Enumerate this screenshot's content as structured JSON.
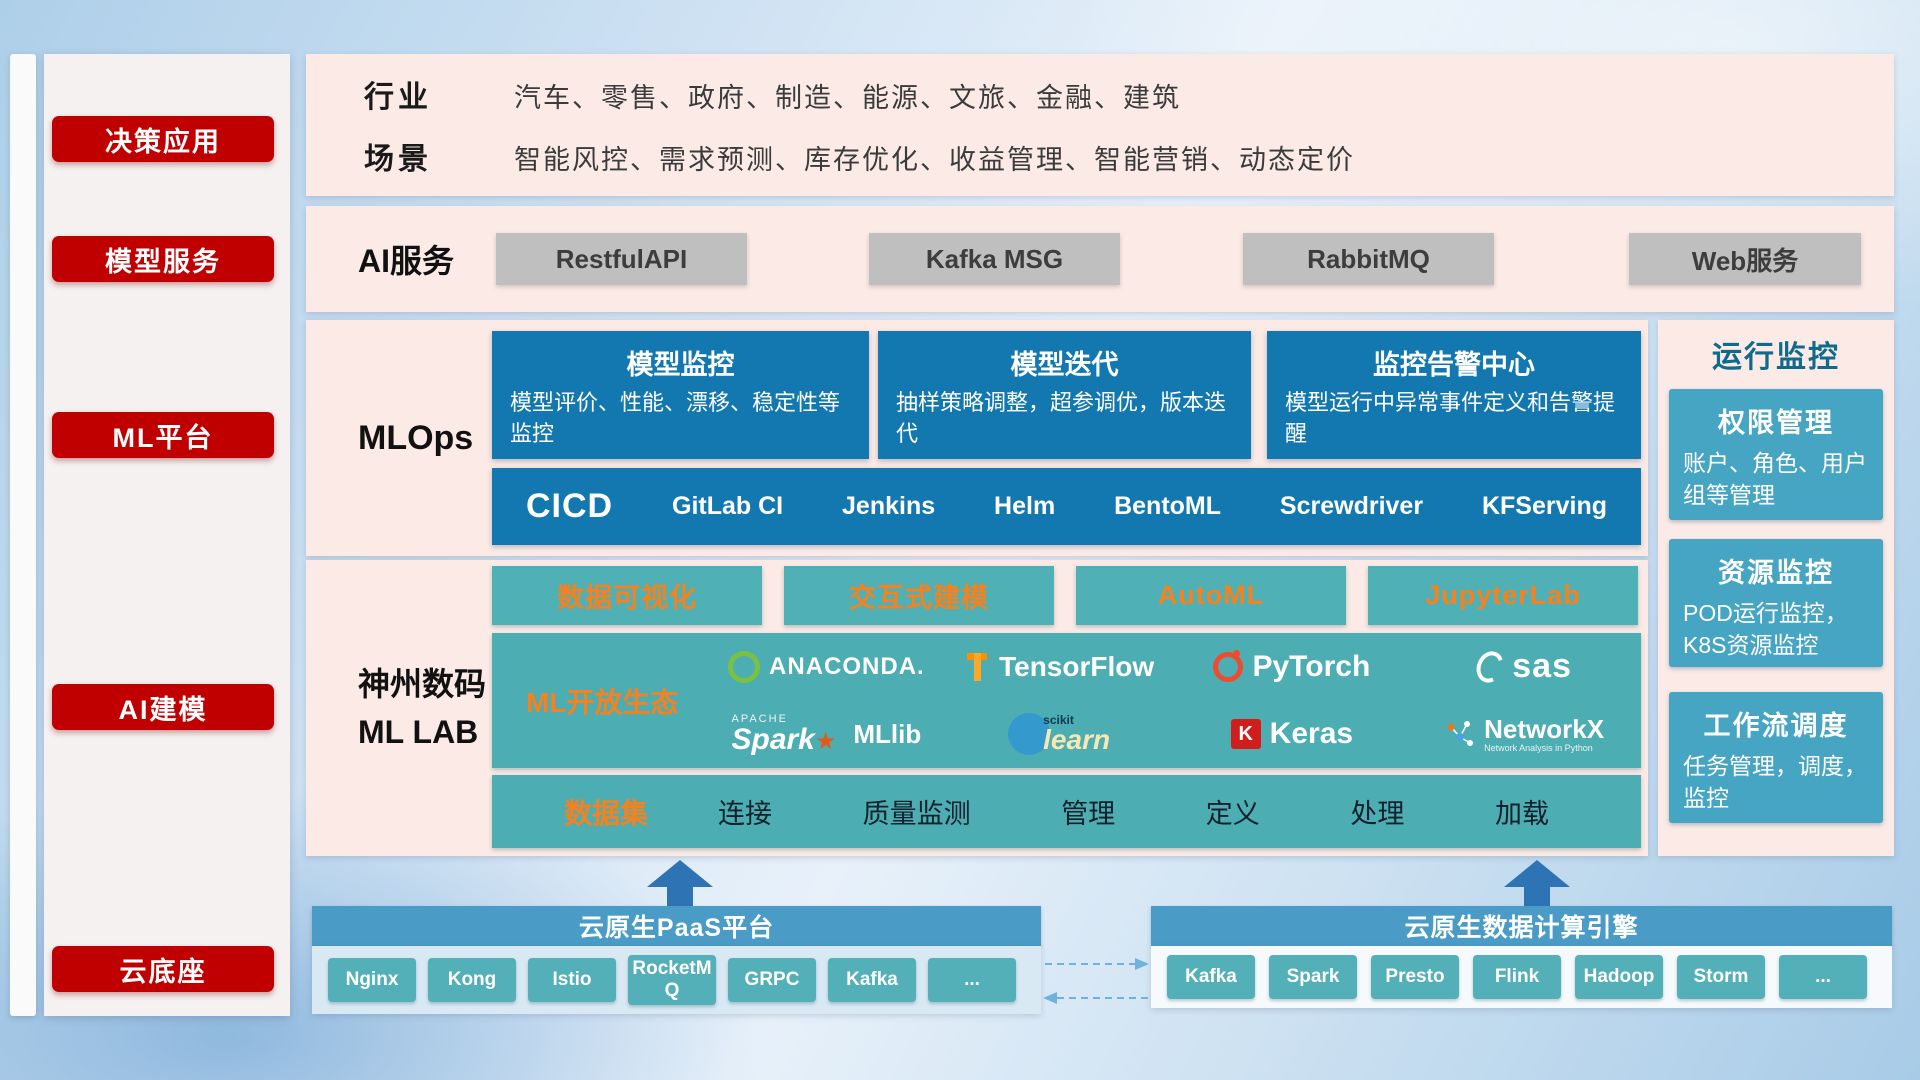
{
  "sidebar": {
    "items": [
      {
        "label": "决策应用"
      },
      {
        "label": "模型服务"
      },
      {
        "label": "ML平台"
      },
      {
        "label": "AI建模"
      },
      {
        "label": "云底座"
      }
    ]
  },
  "applications": {
    "industry_label": "行业",
    "industry_value": "汽车、零售、政府、制造、能源、文旅、金融、建筑",
    "scene_label": "场景",
    "scene_value": "智能风控、需求预测、库存优化、收益管理、智能营销、动态定价"
  },
  "ai_service": {
    "label": "AI服务",
    "buttons": [
      "RestfulAPI",
      "Kafka MSG",
      "RabbitMQ",
      "Web服务"
    ]
  },
  "mlops": {
    "label": "MLOps",
    "cards": [
      {
        "title": "模型监控",
        "desc": "模型评价、性能、漂移、稳定性等监控"
      },
      {
        "title": "模型迭代",
        "desc": "抽样策略调整，超参调优，版本迭代"
      },
      {
        "title": "监控告警中心",
        "desc": "模型运行中异常事件定义和告警提醒"
      }
    ],
    "cicd": {
      "title": "CICD",
      "items": [
        "GitLab CI",
        "Jenkins",
        "Helm",
        "BentoML",
        "Screwdriver",
        "KFServing"
      ]
    }
  },
  "mllab": {
    "label_line1": "神州数码",
    "label_line2": "ML LAB",
    "tools": [
      "数据可视化",
      "交互式建模",
      "AutoML",
      "JupyterLab"
    ],
    "ecosystem": {
      "label": "ML开放生态",
      "logos": {
        "anaconda": {
          "text": "ANACONDA."
        },
        "tensorflow": {
          "text": "TensorFlow"
        },
        "pytorch": {
          "text": "PyTorch"
        },
        "sas": {
          "text": "sas"
        },
        "spark": {
          "sub": "APACHE",
          "text": "Spark",
          "star": "★",
          "extra": "MLlib"
        },
        "sklearn": {
          "sub": "scikit",
          "text": "learn"
        },
        "keras": {
          "badge": "K",
          "text": "Keras"
        },
        "networkx": {
          "text": "NetworkX",
          "sub": "Network Analysis in Python"
        }
      }
    },
    "dataset": {
      "label": "数据集",
      "items": [
        "连接",
        "质量监测",
        "管理",
        "定义",
        "处理",
        "加载"
      ]
    }
  },
  "monitoring": {
    "title": "运行监控",
    "cards": [
      {
        "title": "权限管理",
        "desc": "账户、角色、用户组等管理"
      },
      {
        "title": "资源监控",
        "desc": "POD运行监控，K8S资源监控"
      },
      {
        "title": "工作流调度",
        "desc": "任务管理，调度，监控"
      }
    ]
  },
  "cloud": {
    "paas": {
      "title": "云原生PaaS平台",
      "items": [
        "Nginx",
        "Kong",
        "Istio",
        "RocketMQ",
        "GRPC",
        "Kafka",
        "..."
      ]
    },
    "engine": {
      "title": "云原生数据计算引擎",
      "items": [
        "Kafka",
        "Spark",
        "Presto",
        "Flink",
        "Hadoop",
        "Storm",
        "..."
      ]
    }
  },
  "colors": {
    "accent_red": "#c00000",
    "panel_pink": "#fbeae6",
    "card_blue": "#1478b0",
    "teal": "#4cadb3",
    "monitor_teal": "#47a5c4",
    "cloud_header_blue": "#4a9cc6",
    "accent_orange": "#f5821f"
  }
}
